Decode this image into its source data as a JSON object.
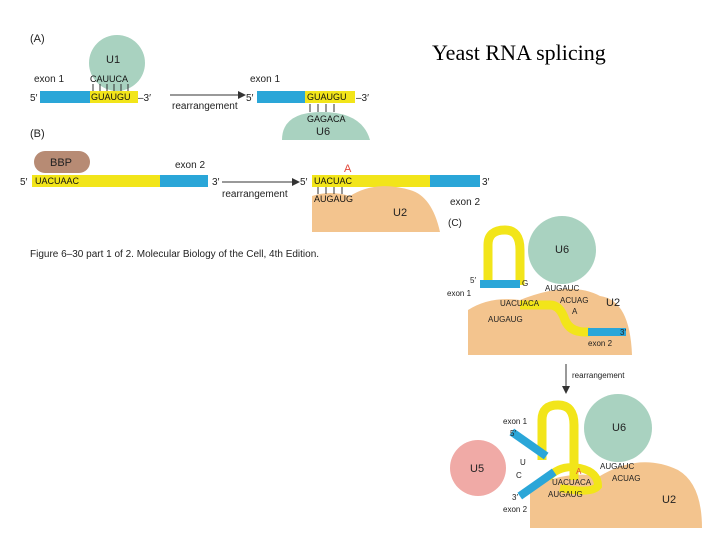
{
  "slide": {
    "title": "Yeast RNA splicing"
  },
  "panel_a": {
    "label": "(A)",
    "u1": "U1",
    "exon1": "exon 1",
    "five_prime": "5′",
    "three_prime": "–3′",
    "seq_top": "CAUUCA",
    "seq_bottom": "GUAUGU",
    "arrow": "rearrangement",
    "u6": "U6",
    "u6_seq": "GAGACA"
  },
  "panel_b": {
    "label": "(B)",
    "bbp": "BBP",
    "exon2": "exon 2",
    "five_prime": "5′",
    "three_prime": "3′",
    "seq_left": "UACUAAC",
    "branch_a": "A",
    "arrow": "rearrangement",
    "seq_right_top": "UACUAC",
    "seq_right_bottom": "AUGAUG",
    "u2": "U2"
  },
  "panel_c": {
    "label": "(C)",
    "u6": "U6",
    "u2": "U2",
    "u5": "U5",
    "exon1": "exon 1",
    "exon2": "exon 2",
    "five_prime": "5′",
    "three_prime": "3′",
    "seq_auguc": "AUGAUC",
    "seq_acuag": "ACUAG",
    "seq_uacuaca": "UACUACA",
    "seq_augaug": "AUGAUG",
    "g": "G",
    "a": "A",
    "arrow": "rearrangement",
    "lower_auguc": "AUGAUC",
    "lower_acuag": "ACUAG",
    "lower_uacuaca": "UACUACA",
    "lower_augaug": "AUGAUG",
    "u": "U",
    "c": "C"
  },
  "caption": "Figure 6–30 part 1 of 2. Molecular Biology of the Cell, 4th Edition."
}
